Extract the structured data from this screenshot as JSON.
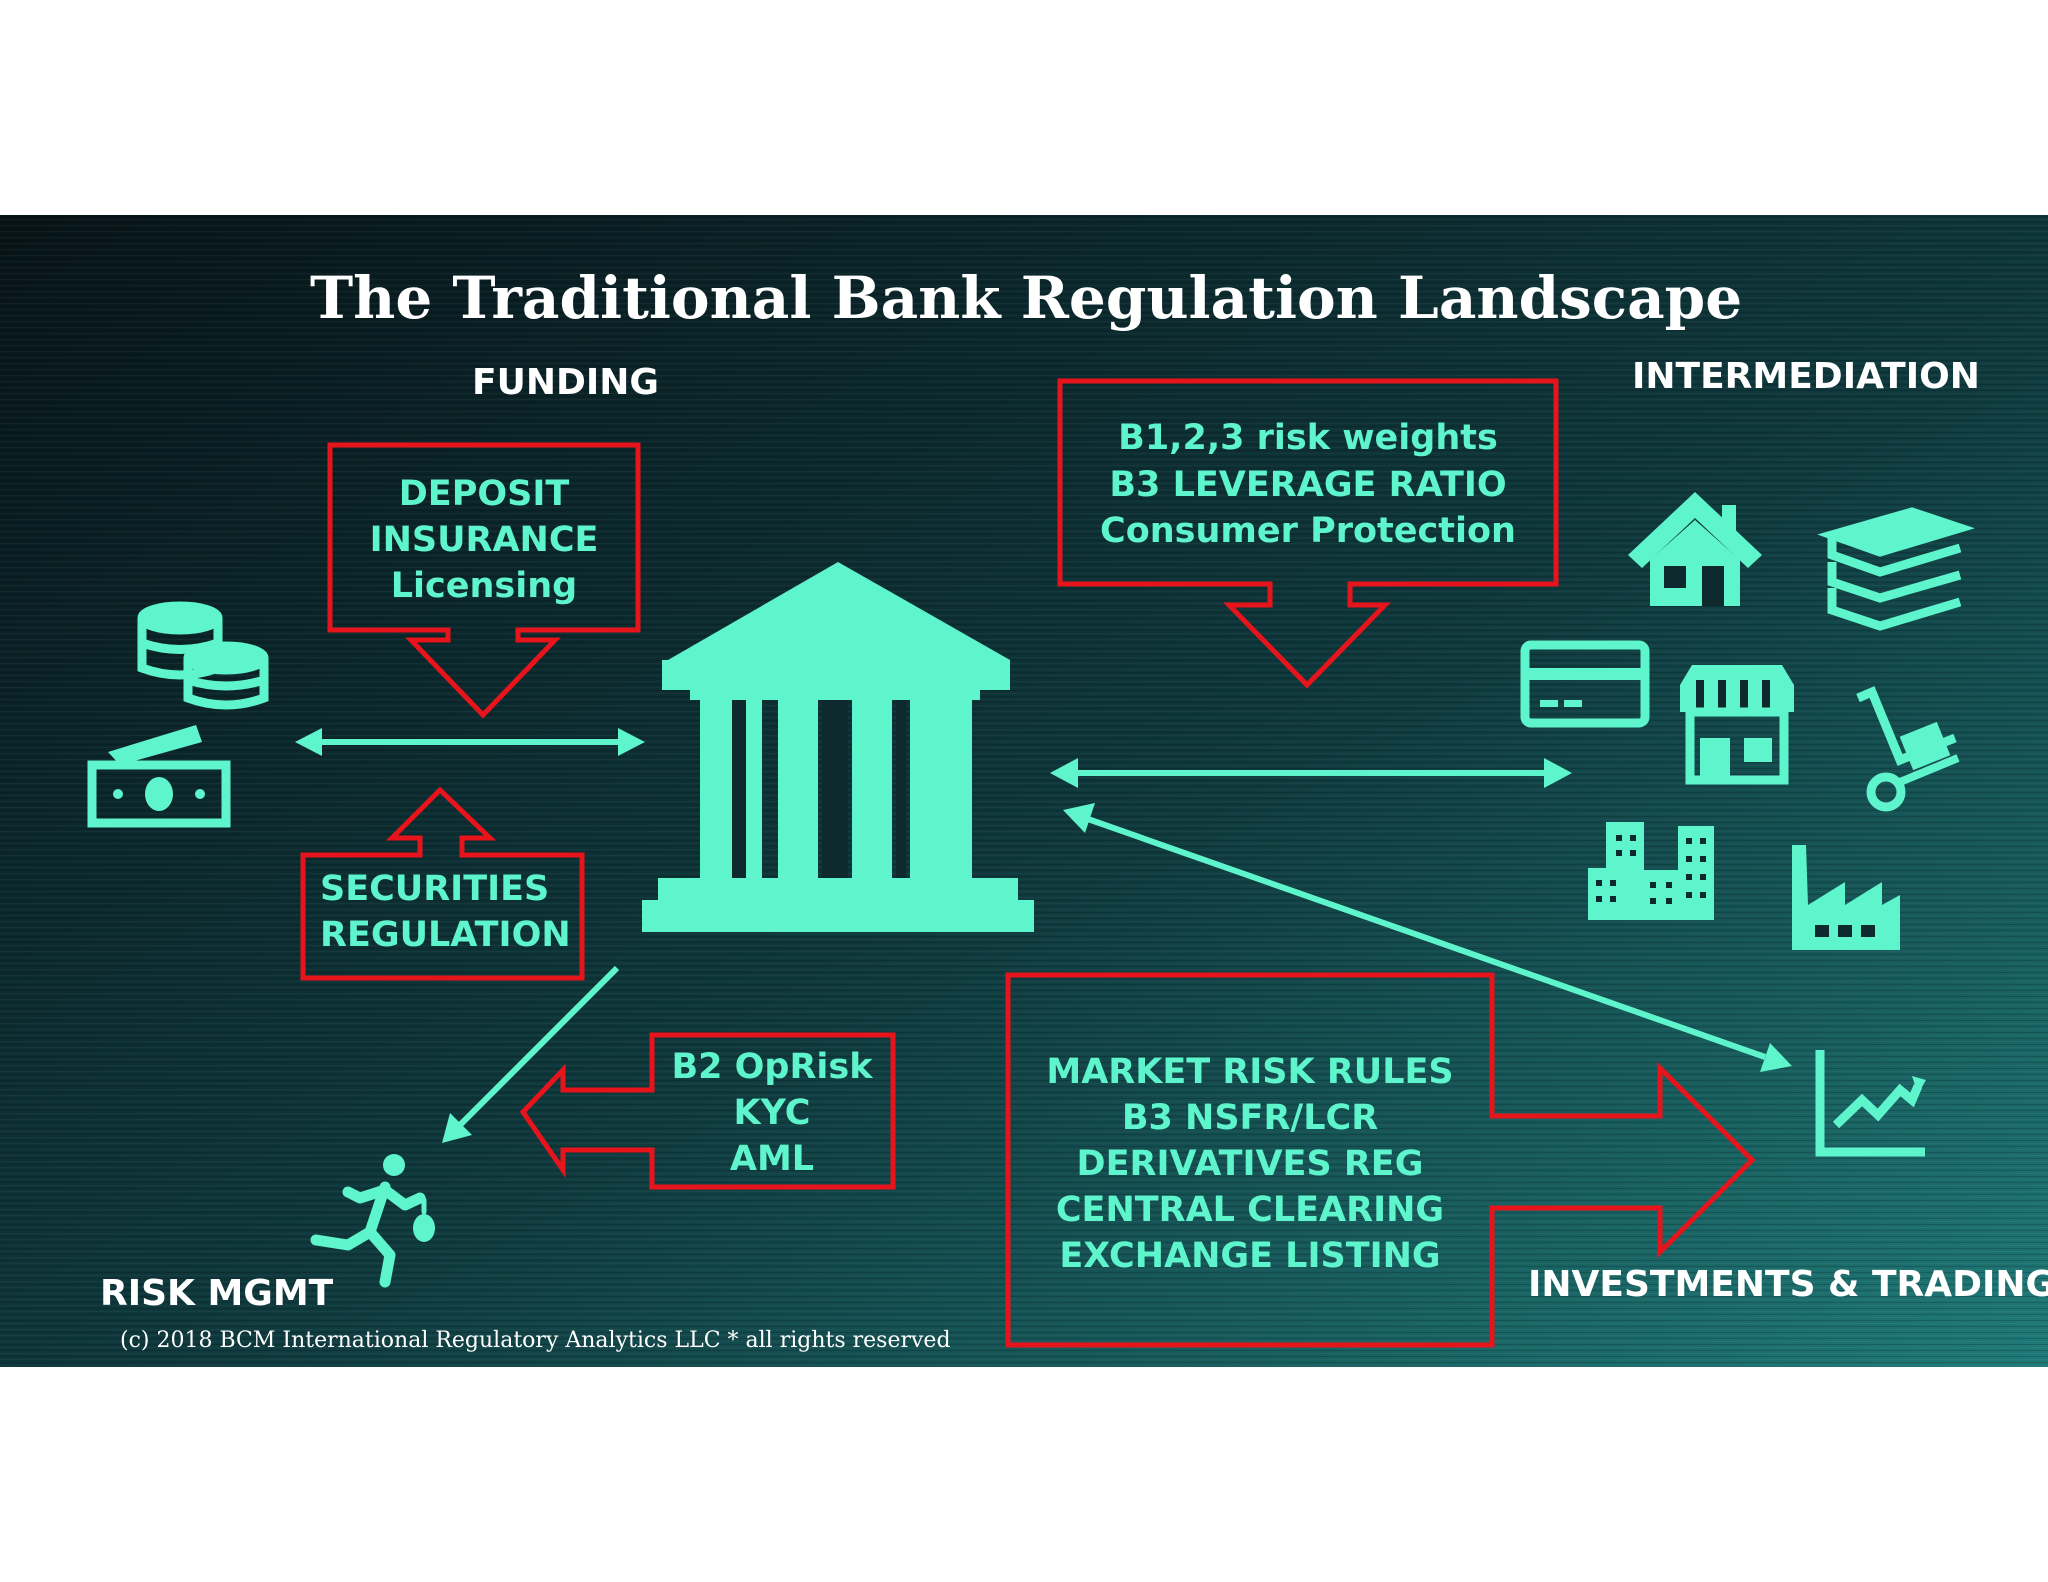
{
  "title": "The Traditional Bank Regulation Landscape",
  "sections": {
    "funding": "FUNDING",
    "intermediation": "INTERMEDIATION",
    "risk_mgmt": "RISK MGMT",
    "investments": "INVESTMENTS & TRADING"
  },
  "boxes": {
    "deposit": [
      "DEPOSIT",
      "INSURANCE",
      "Licensing"
    ],
    "securities": [
      "SECURITIES",
      "REGULATION"
    ],
    "basel": [
      "B1,2,3 risk weights",
      "B3 LEVERAGE RATIO",
      "Consumer Protection"
    ],
    "oprisk": [
      "B2 OpRisk",
      "KYC",
      "AML"
    ],
    "market": [
      "MARKET RISK RULES",
      "B3 NSFR/LCR",
      "DERIVATIVES REG",
      "CENTRAL CLEARING",
      "EXCHANGE LISTING"
    ]
  },
  "copyright": "(c) 2018 BCM International Regulatory Analytics LLC * all rights reserved",
  "colors": {
    "teal": "#5ff5cc",
    "red": "#e8141c",
    "background_dark": "#0b1e22",
    "background_light": "#1a6a6c"
  },
  "icons": [
    "coins-icon",
    "cash-icon",
    "bank-building-icon",
    "house-icon",
    "books-icon",
    "credit-card-icon",
    "storefront-icon",
    "hand-truck-icon",
    "city-buildings-icon",
    "factory-icon",
    "line-chart-icon",
    "running-thief-icon"
  ]
}
